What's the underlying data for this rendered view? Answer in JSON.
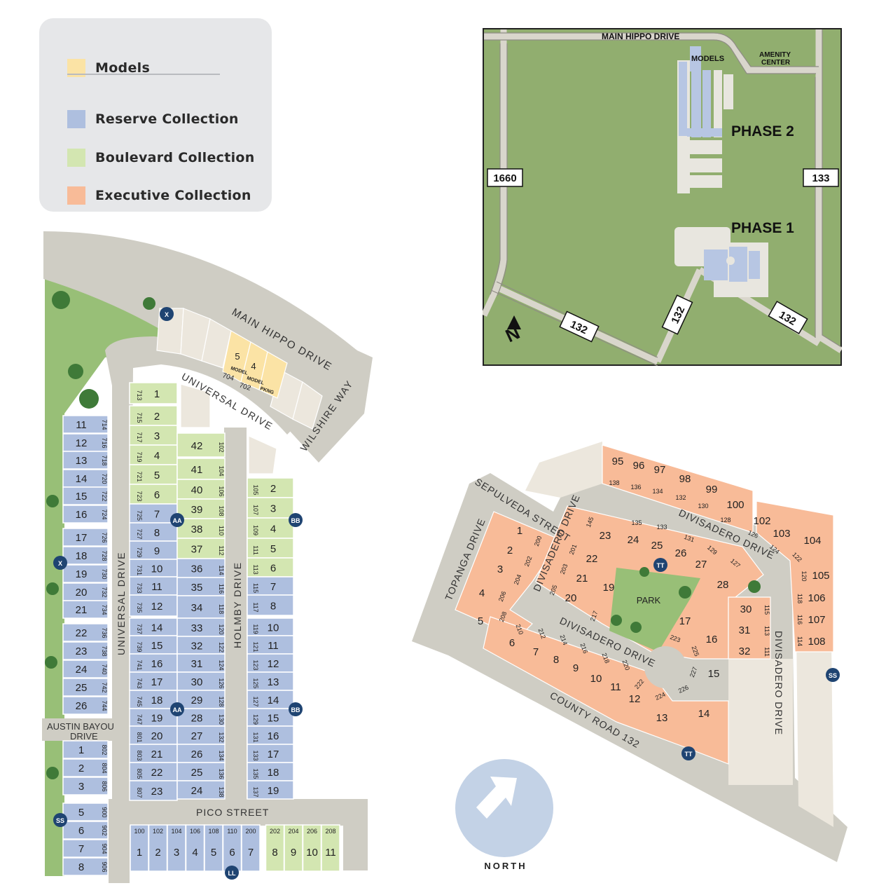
{
  "legend": {
    "items": [
      {
        "label": "Models",
        "color": "#fbe3a5"
      },
      {
        "label": "Reserve Collection",
        "color": "#aebfdf"
      },
      {
        "label": "Boulevard Collection",
        "color": "#d3e6b1"
      },
      {
        "label": "Executive Collection",
        "color": "#f8bb98"
      }
    ]
  },
  "colors": {
    "road": "#cfcdc4",
    "greenspace": "#98bf77",
    "empty_lot": "#ece7dd",
    "marker": "#1f4472",
    "inset_green": "#91ae6f"
  },
  "inset": {
    "roads": [
      "MAIN HIPPO DRIVE"
    ],
    "labels": [
      "MODELS",
      "AMENITY CENTER",
      "PHASE 2",
      "PHASE 1"
    ],
    "shields": [
      "1660",
      "133",
      "132",
      "132",
      "132"
    ],
    "north": "N"
  },
  "west": {
    "roads": [
      "MAIN HIPPO DRIVE",
      "UNIVERSAL DRIVE",
      "UNIVERSAL DRIVE",
      "WILSHIRE WAY",
      "HOLMBY DRIVE",
      "AUSTIN BAYOU",
      "DRIVE",
      "PICO STREET"
    ],
    "model_lots": [
      {
        "num": "5",
        "sub1": "MODEL",
        "sub2": "704"
      },
      {
        "num": "4",
        "sub1": "MODEL",
        "sub2": "702"
      },
      {
        "num": "",
        "sub1": "PKNG",
        "sub2": ""
      }
    ],
    "markers": [
      "X",
      "X",
      "AA",
      "AA",
      "BB",
      "BB",
      "SS",
      "LL"
    ],
    "col_a": [
      [
        "11",
        "714"
      ],
      [
        "12",
        "716"
      ],
      [
        "13",
        "718"
      ],
      [
        "14",
        "720"
      ],
      [
        "15",
        "722"
      ],
      [
        "16",
        "724"
      ],
      [
        "17",
        "726"
      ],
      [
        "18",
        "728"
      ],
      [
        "19",
        "730"
      ],
      [
        "20",
        "732"
      ],
      [
        "21",
        "734"
      ],
      [
        "22",
        "736"
      ],
      [
        "23",
        "738"
      ],
      [
        "24",
        "740"
      ],
      [
        "25",
        "742"
      ],
      [
        "26",
        "744"
      ],
      [
        "1",
        "802"
      ],
      [
        "2",
        "804"
      ],
      [
        "3",
        "806"
      ],
      [
        "5",
        "900"
      ],
      [
        "6",
        "902"
      ],
      [
        "7",
        "904"
      ],
      [
        "8",
        "906"
      ]
    ],
    "col_b": [
      [
        "1",
        "713"
      ],
      [
        "2",
        "715"
      ],
      [
        "3",
        "717"
      ],
      [
        "4",
        "719"
      ],
      [
        "5",
        "721"
      ],
      [
        "6",
        "723"
      ],
      [
        "7",
        "725"
      ],
      [
        "8",
        "727"
      ],
      [
        "9",
        "729"
      ],
      [
        "10",
        "731"
      ],
      [
        "11",
        "733"
      ],
      [
        "12",
        "735"
      ],
      [
        "14",
        "737"
      ],
      [
        "15",
        "739"
      ],
      [
        "16",
        "741"
      ],
      [
        "17",
        "743"
      ],
      [
        "18",
        "745"
      ],
      [
        "19",
        "747"
      ],
      [
        "20",
        "801"
      ],
      [
        "21",
        "803"
      ],
      [
        "22",
        "805"
      ],
      [
        "23",
        "807"
      ]
    ],
    "col_c": [
      [
        "42",
        "102"
      ],
      [
        "41",
        "104"
      ],
      [
        "40",
        "106"
      ],
      [
        "39",
        "108"
      ],
      [
        "38",
        "110"
      ],
      [
        "37",
        "112"
      ],
      [
        "36",
        "114"
      ],
      [
        "35",
        "116"
      ],
      [
        "34",
        "118"
      ],
      [
        "33",
        "120"
      ],
      [
        "32",
        "122"
      ],
      [
        "31",
        "124"
      ],
      [
        "30",
        "126"
      ],
      [
        "29",
        "128"
      ],
      [
        "28",
        "130"
      ],
      [
        "27",
        "132"
      ],
      [
        "26",
        "134"
      ],
      [
        "25",
        "136"
      ],
      [
        "24",
        "138"
      ]
    ],
    "col_d": [
      [
        "2",
        "105"
      ],
      [
        "3",
        "107"
      ],
      [
        "4",
        "109"
      ],
      [
        "5",
        "111"
      ],
      [
        "6",
        "113"
      ],
      [
        "7",
        "115"
      ],
      [
        "8",
        "117"
      ],
      [
        "10",
        "119"
      ],
      [
        "11",
        "121"
      ],
      [
        "12",
        "123"
      ],
      [
        "13",
        "125"
      ],
      [
        "14",
        "127"
      ],
      [
        "15",
        "129"
      ],
      [
        "16",
        "131"
      ],
      [
        "17",
        "133"
      ],
      [
        "18",
        "135"
      ],
      [
        "19",
        "137"
      ]
    ],
    "pico": [
      [
        "1",
        "100"
      ],
      [
        "2",
        "102"
      ],
      [
        "3",
        "104"
      ],
      [
        "4",
        "106"
      ],
      [
        "5",
        "108"
      ],
      [
        "6",
        "110"
      ],
      [
        "7",
        "200"
      ],
      [
        "8",
        "202"
      ],
      [
        "9",
        "204"
      ],
      [
        "10",
        "206"
      ],
      [
        "11",
        "208"
      ]
    ]
  },
  "east": {
    "roads": [
      "SEPULVEDA STREET",
      "TOPANGA DRIVE",
      "DIVISADERO DRIVE",
      "DIVISADERO DRIVE",
      "DIVISADERO DRIVE",
      "DIVISADERO DRIVE",
      "COUNTY ROAD 132"
    ],
    "park": "PARK",
    "markers": [
      "TT",
      "TT",
      "SS"
    ],
    "top_row": [
      [
        "95",
        "138"
      ],
      [
        "96",
        "136"
      ],
      [
        "97",
        "134"
      ],
      [
        "98",
        "132"
      ],
      [
        "99",
        "130"
      ],
      [
        "100",
        "128"
      ]
    ],
    "right_row": [
      [
        "102",
        "126"
      ],
      [
        "103",
        "124"
      ],
      [
        "104",
        "122"
      ],
      [
        "105",
        "120"
      ],
      [
        "106",
        "118"
      ],
      [
        "107",
        "116"
      ],
      [
        "108",
        "114"
      ]
    ],
    "inner_top": [
      [
        "23",
        "145"
      ],
      [
        "24",
        "135"
      ],
      [
        "25",
        "133"
      ],
      [
        "26",
        "131"
      ],
      [
        "27",
        "129"
      ],
      [
        "28",
        "127"
      ]
    ],
    "inner_left": [
      [
        "22",
        "201"
      ],
      [
        "21",
        "203"
      ],
      [
        "20",
        "205"
      ],
      [
        "19",
        "217"
      ]
    ],
    "west_lots": [
      [
        "1",
        "200"
      ],
      [
        "2",
        "202"
      ],
      [
        "3",
        "204"
      ],
      [
        "4",
        "206"
      ],
      [
        "5",
        "208"
      ]
    ],
    "south_lots": [
      [
        "6",
        "210"
      ],
      [
        "7",
        "212"
      ],
      [
        "8",
        "214"
      ],
      [
        "9",
        "216"
      ],
      [
        "10",
        "218"
      ],
      [
        "11",
        "220"
      ],
      [
        "12",
        "222"
      ],
      [
        "13",
        "224"
      ],
      [
        "14",
        "226"
      ]
    ],
    "cul_lots": [
      [
        "17",
        "223"
      ],
      [
        "16",
        "225"
      ],
      [
        "15",
        "227"
      ]
    ],
    "right_inner": [
      [
        "30",
        "115"
      ],
      [
        "31",
        "113"
      ],
      [
        "32",
        "111"
      ]
    ],
    "north_label": "NORTH"
  }
}
